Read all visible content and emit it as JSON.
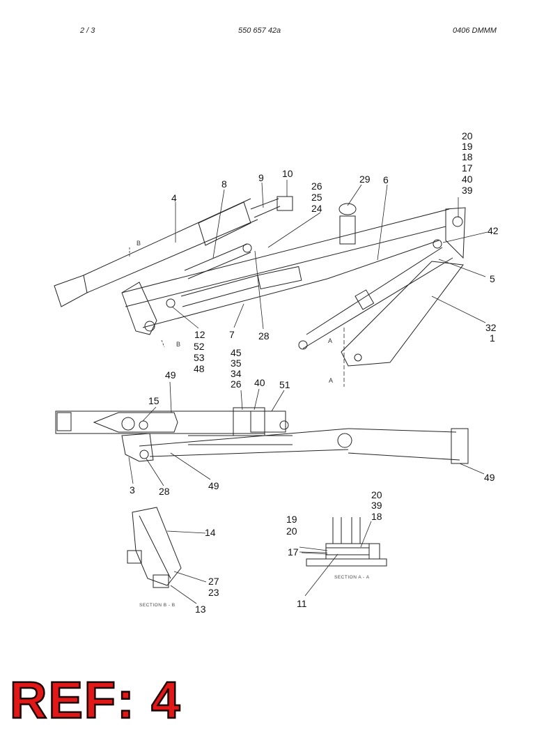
{
  "header": {
    "page": "2 /   3",
    "doc_number": "550 657 42a",
    "code": "0406 DMMM"
  },
  "labels": {
    "l20a": "20",
    "l19a": "19",
    "l18a": "18",
    "l17a": "17",
    "l40a": "40",
    "l39a": "39",
    "l10": "10",
    "l9": "9",
    "l8": "8",
    "l26a": "26",
    "l25": "25",
    "l24": "24",
    "l29": "29",
    "l6": "6",
    "l4": "4",
    "l42": "42",
    "l5": "5",
    "l32": "32",
    "l1": "1",
    "l12": "12",
    "l7": "7",
    "l28a": "28",
    "l52": "52",
    "l53": "53",
    "l48": "48",
    "l45": "45",
    "l35": "35",
    "l34": "34",
    "l26b": "26",
    "l49a": "49",
    "l40b": "40",
    "l51": "51",
    "l15": "15",
    "l3": "3",
    "l28b": "28",
    "l49b": "49",
    "l49c": "49",
    "l14": "14",
    "l27": "27",
    "l23": "23",
    "l13": "13",
    "l20b": "20",
    "l39b": "39",
    "l18b": "18",
    "l19b": "19",
    "l20c": "20",
    "l17b": "17",
    "l11": "11"
  },
  "section_marks": {
    "b_top": "B",
    "b_bottom": "B",
    "a_top": "A",
    "a_bottom": "A"
  },
  "captions": {
    "section_bb": "SECTION B - B",
    "section_aa": "SECTION A - A"
  },
  "ref_label": "REF: 4"
}
